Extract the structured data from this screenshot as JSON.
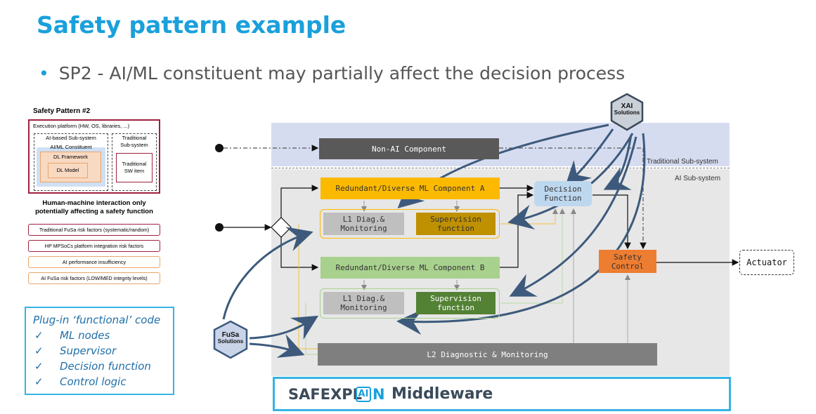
{
  "slide": {
    "title": "Safety pattern example",
    "bullet": "SP2 - AI/ML constituent may partially affect the decision process"
  },
  "left_panel": {
    "pattern_title": "Safety Pattern #2",
    "exec_platform": "Execution platform (HW, OS, libraries, ...)",
    "ai_subsystem": "AI-based Sub-system",
    "ai_constituent": "AI/ML Constituent",
    "dl_framework": "DL Framework",
    "dl_model": "DL Model",
    "trad_subsystem_line1": "Traditional",
    "trad_subsystem_line2": "Sub-system",
    "trad_sw_line1": "Traditional",
    "trad_sw_line2": "SW item",
    "hmi_line1": "Human-machine interaction only",
    "hmi_line2": "potentially affecting a safety function",
    "risks": [
      {
        "label": "Traditional FuSa risk factors (systematic/random)",
        "border": "#a02040"
      },
      {
        "label": "HP MPSoCs platform integration risk factors",
        "border": "#a02040"
      },
      {
        "label": "AI performance insufficiency",
        "border": "#e9a56b"
      },
      {
        "label": "AI FuSa risk factors (LOW/MED integrity levels)",
        "border": "#e9a56b"
      }
    ]
  },
  "plugin": {
    "heading": "Plug-in ‘functional’ code",
    "check": "✓",
    "items": [
      "ML nodes",
      "Supervisor",
      "Decision function",
      "Control logic"
    ]
  },
  "diagram": {
    "trad_subsystem_label": "Traditional Sub-system",
    "ai_subsystem_label": "AI Sub-system",
    "non_ai": "Non-AI Component",
    "ml_a": "Redundant/Diverse ML Component A",
    "ml_b": "Redundant/Diverse ML Component B",
    "l1_diag_line1": "L1 Diag.&",
    "l1_diag_line2": "Monitoring",
    "supervision_line1": "Supervision",
    "supervision_line2": "function",
    "decision_line1": "Decision",
    "decision_line2": "Function",
    "safety_line1": "Safety",
    "safety_line2": "Control",
    "actuator": "Actuator",
    "l2_diag": "L2 Diagnostic & Monitoring",
    "xai_line1": "XAI",
    "xai_line2": "Solutions",
    "fusa_line1": "FuSa",
    "fusa_line2": "Solutions"
  },
  "middleware": {
    "brand_left": "SAFEXPL",
    "brand_ai": "AI",
    "brand_right": "N",
    "word": "Middleware"
  },
  "colors": {
    "accent": "#1aa0dc",
    "ml_a": "#fbb900",
    "ml_b": "#a9d18e",
    "supervision_a": "#bf9000",
    "supervision_b": "#548235",
    "decision": "#bdd7ee",
    "safety_control": "#ed7d31",
    "dark_box": "#595959"
  }
}
